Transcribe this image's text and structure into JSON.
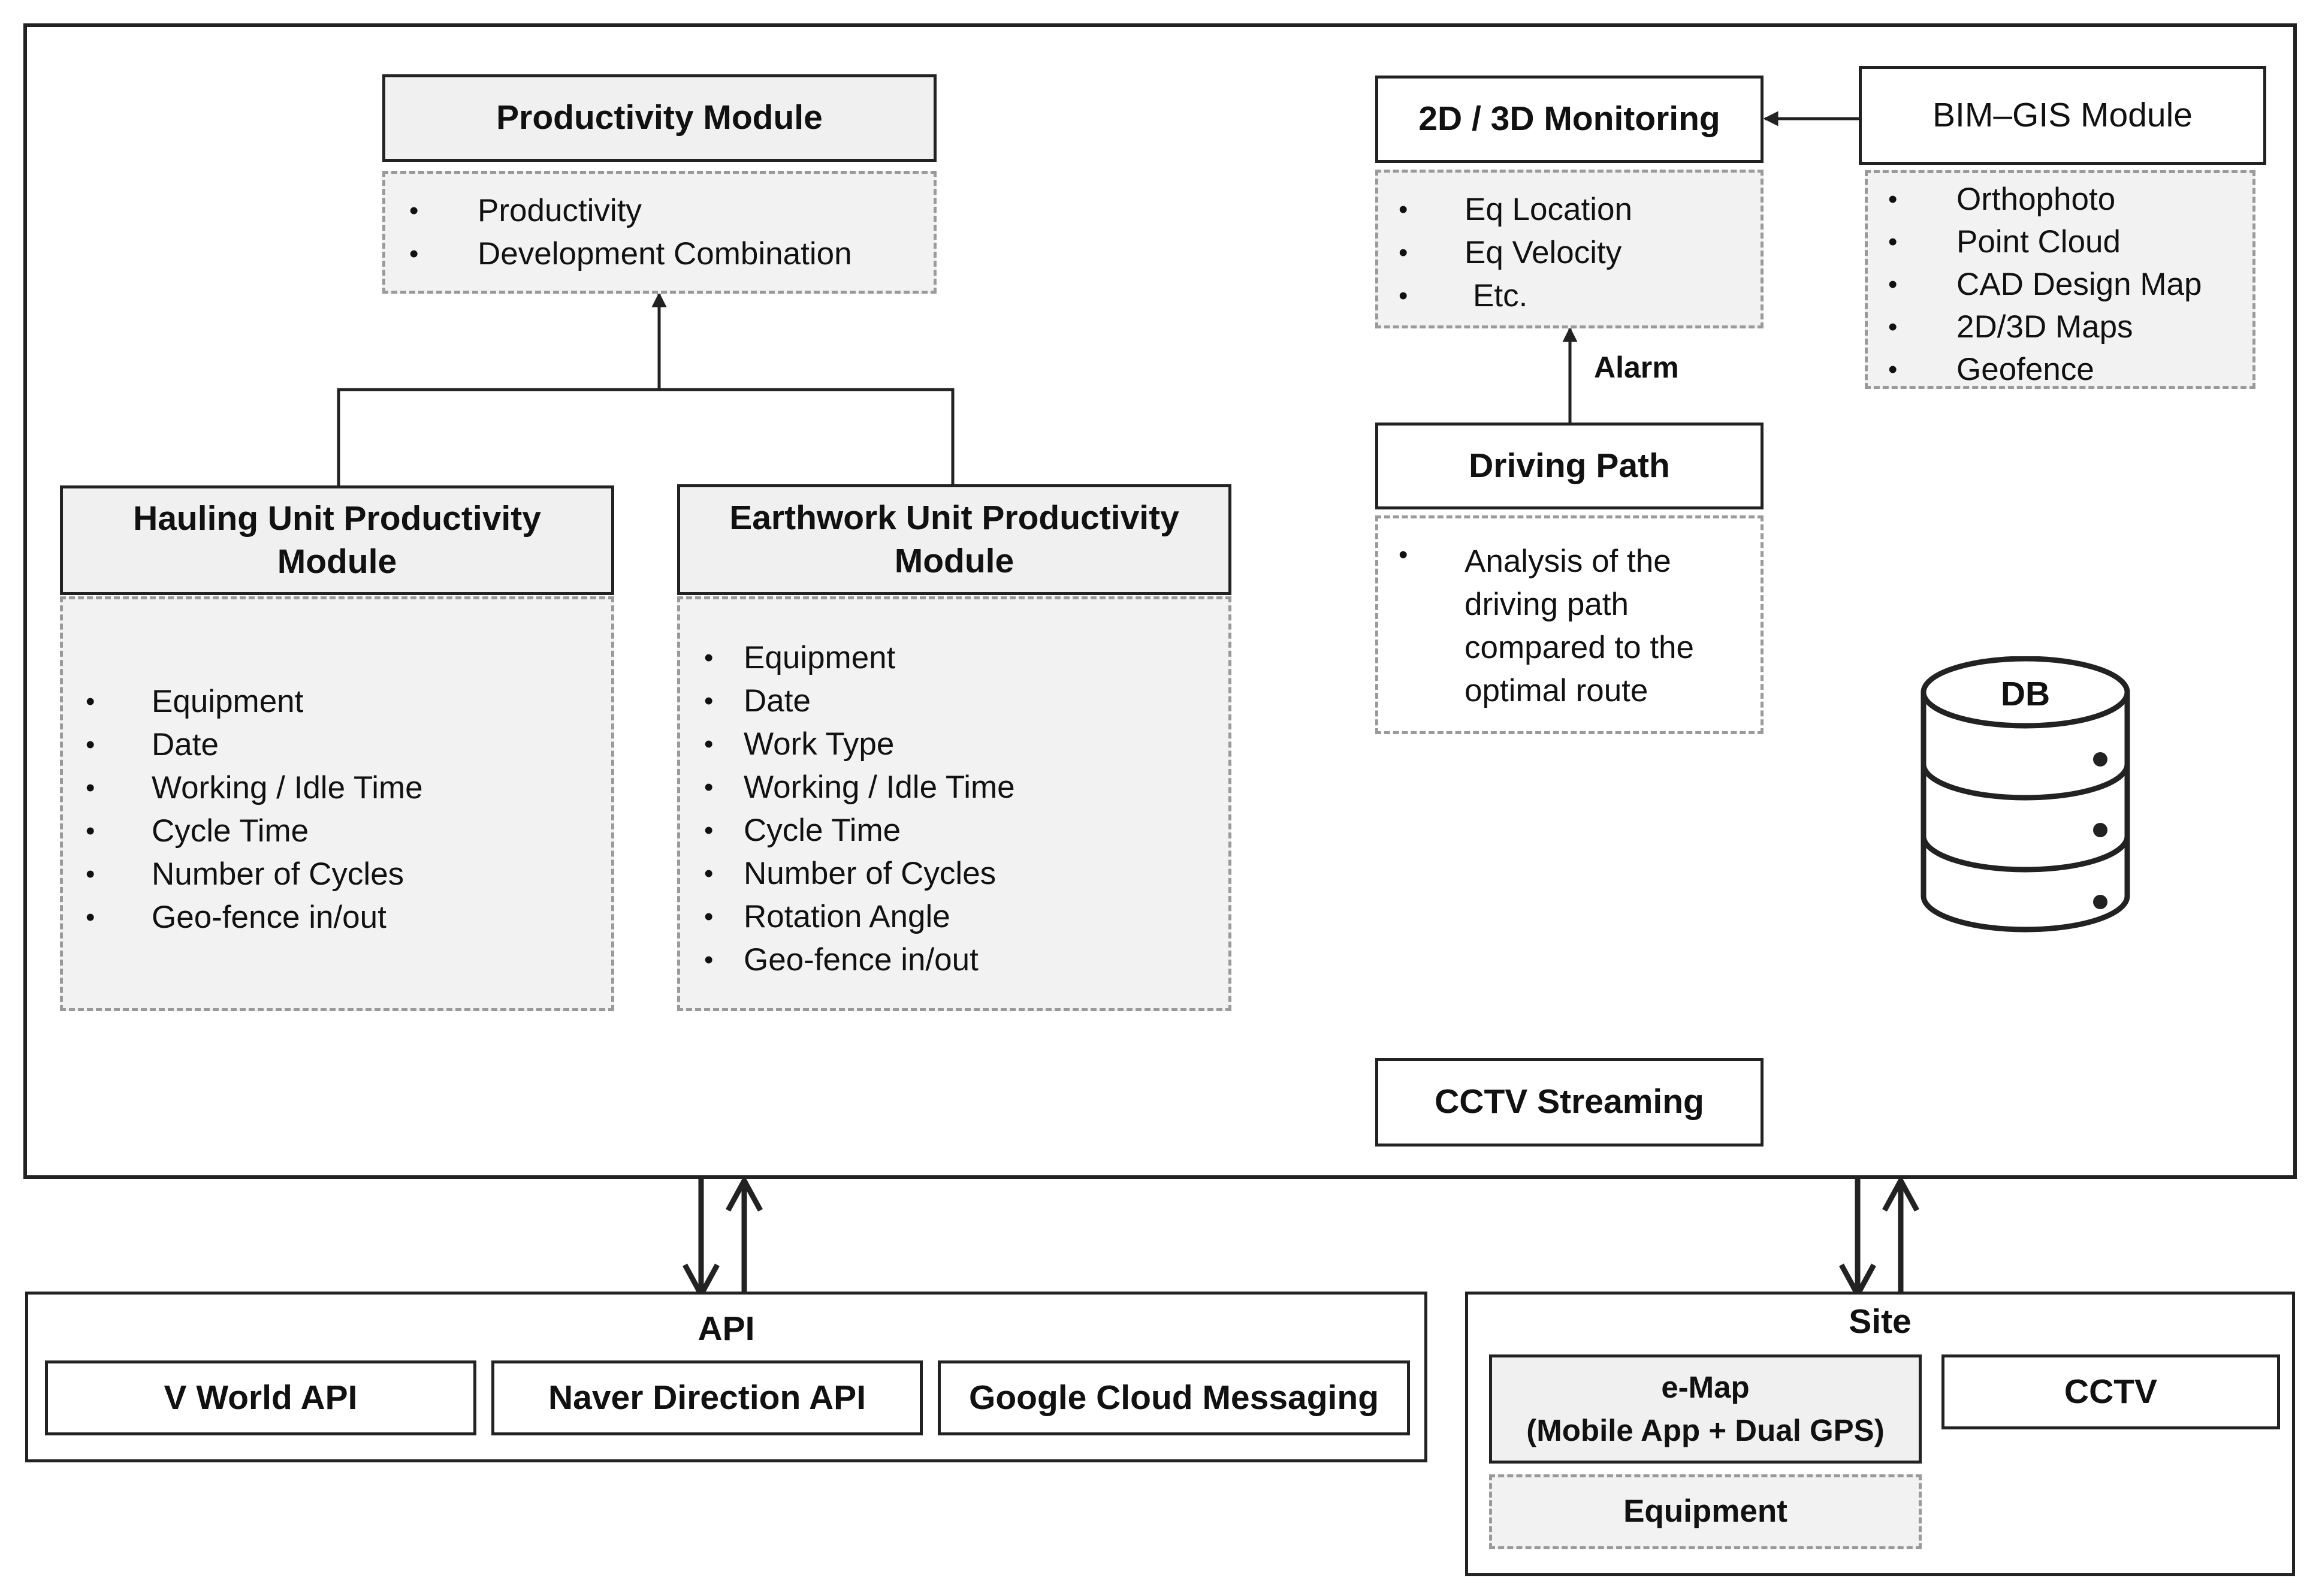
{
  "productivity_module": {
    "title": "Productivity Module",
    "items": [
      "Productivity",
      "Development Combination"
    ]
  },
  "hauling_module": {
    "title": "Hauling Unit Productivity Module",
    "items": [
      "Equipment",
      "Date",
      "Working / Idle Time",
      "Cycle Time",
      "Number of Cycles",
      "Geo-fence in/out"
    ]
  },
  "earthwork_module": {
    "title": "Earthwork Unit Productivity Module",
    "items": [
      "Equipment",
      "Date",
      "Work Type",
      "Working / Idle Time",
      "Cycle Time",
      "Number of Cycles",
      "Rotation Angle",
      "Geo-fence in/out"
    ]
  },
  "monitoring": {
    "title": "2D / 3D Monitoring",
    "items": [
      "Eq Location",
      "Eq Velocity",
      "Etc."
    ]
  },
  "bim_gis": {
    "title": "BIM–GIS Module",
    "items": [
      "Orthophoto",
      "Point Cloud",
      "CAD Design Map",
      "2D/3D Maps",
      "Geofence"
    ]
  },
  "alarm_label": "Alarm",
  "driving_path": {
    "title": "Driving Path",
    "description": [
      "Analysis of the",
      "driving path",
      "compared to the",
      "optimal route"
    ]
  },
  "db_label": "DB",
  "cctv_streaming": "CCTV Streaming",
  "api": {
    "title": "API",
    "items": [
      "V World API",
      "Naver Direction API",
      "Google Cloud Messaging"
    ]
  },
  "site": {
    "title": "Site",
    "emap_line1": "e-Map",
    "emap_line2": "(Mobile App + Dual GPS)",
    "cctv": "CCTV",
    "equipment": "Equipment"
  },
  "bullet": "•"
}
